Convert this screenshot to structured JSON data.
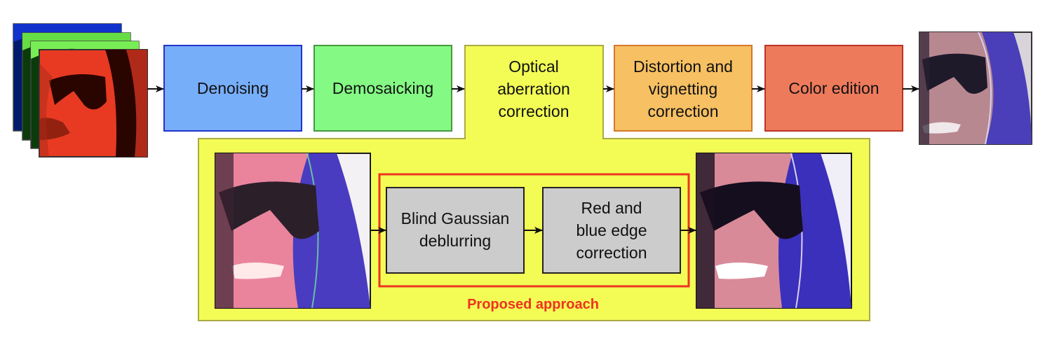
{
  "diagram": {
    "title": "Image processing pipeline with optical aberration correction",
    "input_image": {
      "label": "raw-channels",
      "channels": [
        "blue",
        "green",
        "green",
        "red"
      ]
    },
    "pipeline": [
      {
        "id": "denoising",
        "lines": [
          "Denoising"
        ],
        "fill": "#77aefa",
        "stroke": "#2233cc"
      },
      {
        "id": "demosaicking",
        "lines": [
          "Demosaicking"
        ],
        "fill": "#84fa84",
        "stroke": "#44993d"
      },
      {
        "id": "optical",
        "lines": [
          "Optical",
          "aberration",
          "correction"
        ],
        "fill": "#f2fc55",
        "stroke": "#aaaa44"
      },
      {
        "id": "distortion",
        "lines": [
          "Distortion and",
          "vignetting",
          "correction"
        ],
        "fill": "#f6c063",
        "stroke": "#d4782a"
      },
      {
        "id": "color",
        "lines": [
          "Color edition"
        ],
        "fill": "#ee7a5c",
        "stroke": "#bb3322"
      }
    ],
    "output_image": {
      "label": "final-output"
    },
    "detail": {
      "input_image": {
        "label": "blurred-image"
      },
      "proposed_label": "Proposed approach",
      "proposed_color": "#ee3322",
      "steps": [
        {
          "id": "blind-gaussian",
          "lines": [
            "Blind Gaussian",
            "deblurring"
          ],
          "fill": "#cccccc",
          "stroke": "#222222"
        },
        {
          "id": "red-blue-edge",
          "lines": [
            "Red and",
            "blue edge",
            "correction"
          ],
          "fill": "#cccccc",
          "stroke": "#222222"
        }
      ],
      "output_image": {
        "label": "corrected-image"
      }
    }
  }
}
